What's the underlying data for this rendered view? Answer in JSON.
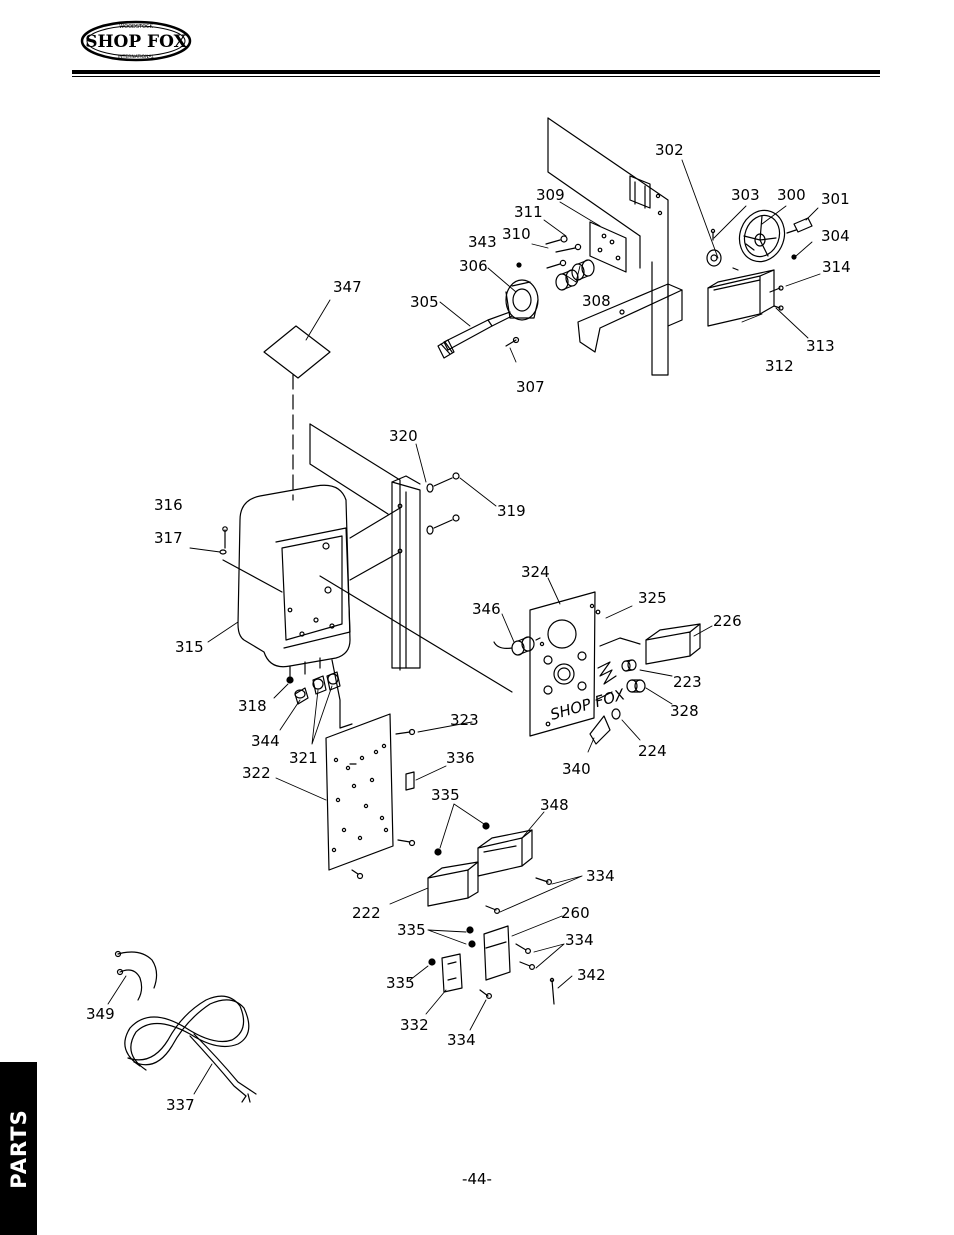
{
  "header": {
    "logo_text": "SHOP FOX",
    "logo_arc_top": "WOODSTOCK",
    "logo_arc_bottom": "INTERNATIONAL"
  },
  "side_tab": {
    "label": "PARTS"
  },
  "panel_brand": "SHOP FOX",
  "callouts": [
    {
      "label": "302"
    },
    {
      "label": "303"
    },
    {
      "label": "300"
    },
    {
      "label": "301"
    },
    {
      "label": "309"
    },
    {
      "label": "311"
    },
    {
      "label": "310"
    },
    {
      "label": "304"
    },
    {
      "label": "343"
    },
    {
      "label": "306"
    },
    {
      "label": "314"
    },
    {
      "label": "347"
    },
    {
      "label": "305"
    },
    {
      "label": "308"
    },
    {
      "label": "313"
    },
    {
      "label": "312"
    },
    {
      "label": "307"
    },
    {
      "label": "320"
    },
    {
      "label": "316"
    },
    {
      "label": "319"
    },
    {
      "label": "317"
    },
    {
      "label": "324"
    },
    {
      "label": "325"
    },
    {
      "label": "346"
    },
    {
      "label": "226"
    },
    {
      "label": "315"
    },
    {
      "label": "223"
    },
    {
      "label": "318"
    },
    {
      "label": "328"
    },
    {
      "label": "323"
    },
    {
      "label": "344"
    },
    {
      "label": "224"
    },
    {
      "label": "321"
    },
    {
      "label": "340"
    },
    {
      "label": "336"
    },
    {
      "label": "322"
    },
    {
      "label": "335"
    },
    {
      "label": "348"
    },
    {
      "label": "334"
    },
    {
      "label": "260"
    },
    {
      "label": "222"
    },
    {
      "label": "335"
    },
    {
      "label": "334"
    },
    {
      "label": "335"
    },
    {
      "label": "342"
    },
    {
      "label": "349"
    },
    {
      "label": "332"
    },
    {
      "label": "334"
    },
    {
      "label": "337"
    }
  ],
  "footer": {
    "page_number": "-44-"
  },
  "colors": {
    "ink": "#000000",
    "paper": "#ffffff"
  }
}
